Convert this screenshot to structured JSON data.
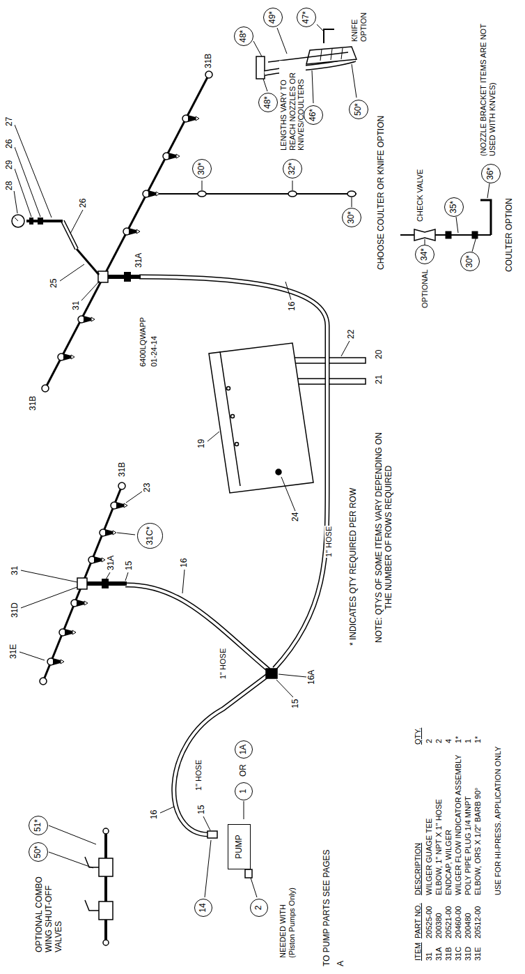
{
  "diagram": {
    "nodes": [
      {
        "text": [
          "50*"
        ]
      },
      {
        "text": [
          "51*"
        ]
      },
      {
        "text": [
          "14"
        ]
      },
      {
        "text": [
          "2"
        ]
      },
      {
        "text": [
          "PUMP"
        ]
      },
      {
        "text": [
          "1"
        ]
      },
      {
        "text": [
          "1A"
        ]
      },
      {
        "text": [
          "31C*"
        ]
      },
      {
        "text": [
          "30*"
        ]
      },
      {
        "text": [
          "32*"
        ]
      },
      {
        "text": [
          "30*"
        ]
      },
      {
        "text": [
          "34*"
        ]
      },
      {
        "text": [
          "35*"
        ]
      },
      {
        "text": [
          "30*"
        ]
      },
      {
        "text": [
          "36*"
        ]
      },
      {
        "text": [
          "48*"
        ]
      },
      {
        "text": [
          "46*"
        ]
      },
      {
        "text": [
          "50*"
        ]
      },
      {
        "text": [
          "48*"
        ]
      },
      {
        "text": [
          "49*"
        ]
      },
      {
        "text": [
          "47*"
        ]
      }
    ],
    "labels": [
      "OPTIONAL COMBO WING SHUT-OFF VALVES",
      "31E",
      "31D",
      "31",
      "31A",
      "15",
      "23",
      "31B",
      "16",
      "1\" HOSE",
      "15",
      "16",
      "1\" HOSE",
      "NEEDED WITH (Piston Pumps Only)",
      "OR",
      "TO PUMP PARTS SEE PAGES",
      "A",
      "16A",
      "15",
      "19",
      "24",
      "22",
      "20",
      "21",
      "16",
      "1\" HOSE",
      "6400LQWAPP",
      "01-24-14",
      "31B",
      "31",
      "25",
      "26",
      "28",
      "29",
      "26",
      "27",
      "31A",
      "31B",
      "LENGTHS VARY TO REACH NOZZLES OR KNIVES/COULTERS",
      "CHOOSE COULTER OR KNIFE OPTION",
      "CHECK VALVE",
      "OPTIONAL",
      "(NOZZLE BRACKET ITEMS ARE NOT USED WITH KNVES)",
      "COULTER OPTION",
      "KNIFE OPTION",
      "* INDICATES QTY REQUIRED PER ROW",
      "NOTE: QTYS OF SOME ITEMS VARY DEPENDING ON THE NUMBER OF ROWS REQUIRED",
      "ITEM",
      "PART NO.",
      "DESCRIPTION",
      "QTY.",
      "31",
      "20525-00",
      "WILGER GUAGE TEE",
      "2",
      "31A",
      "200380",
      "ELBOW, 1\" NPT X 1\" HOSE",
      "2",
      "31B",
      "20521-00",
      "ENDCAP, WILGER",
      "4",
      "31C",
      "20460-00",
      "WILGER FLOW INDICATOR ASSEMBLY",
      "1*",
      "31D",
      "200480",
      "POLY PIPE PLUG 1/4 MNPT",
      "1",
      "31E",
      "20512-00",
      "ELBOW, ORS X 1/2\" BARB 90°",
      "1*",
      "USE FOR HI-PRESS. APPLICATION ONLY"
    ]
  }
}
